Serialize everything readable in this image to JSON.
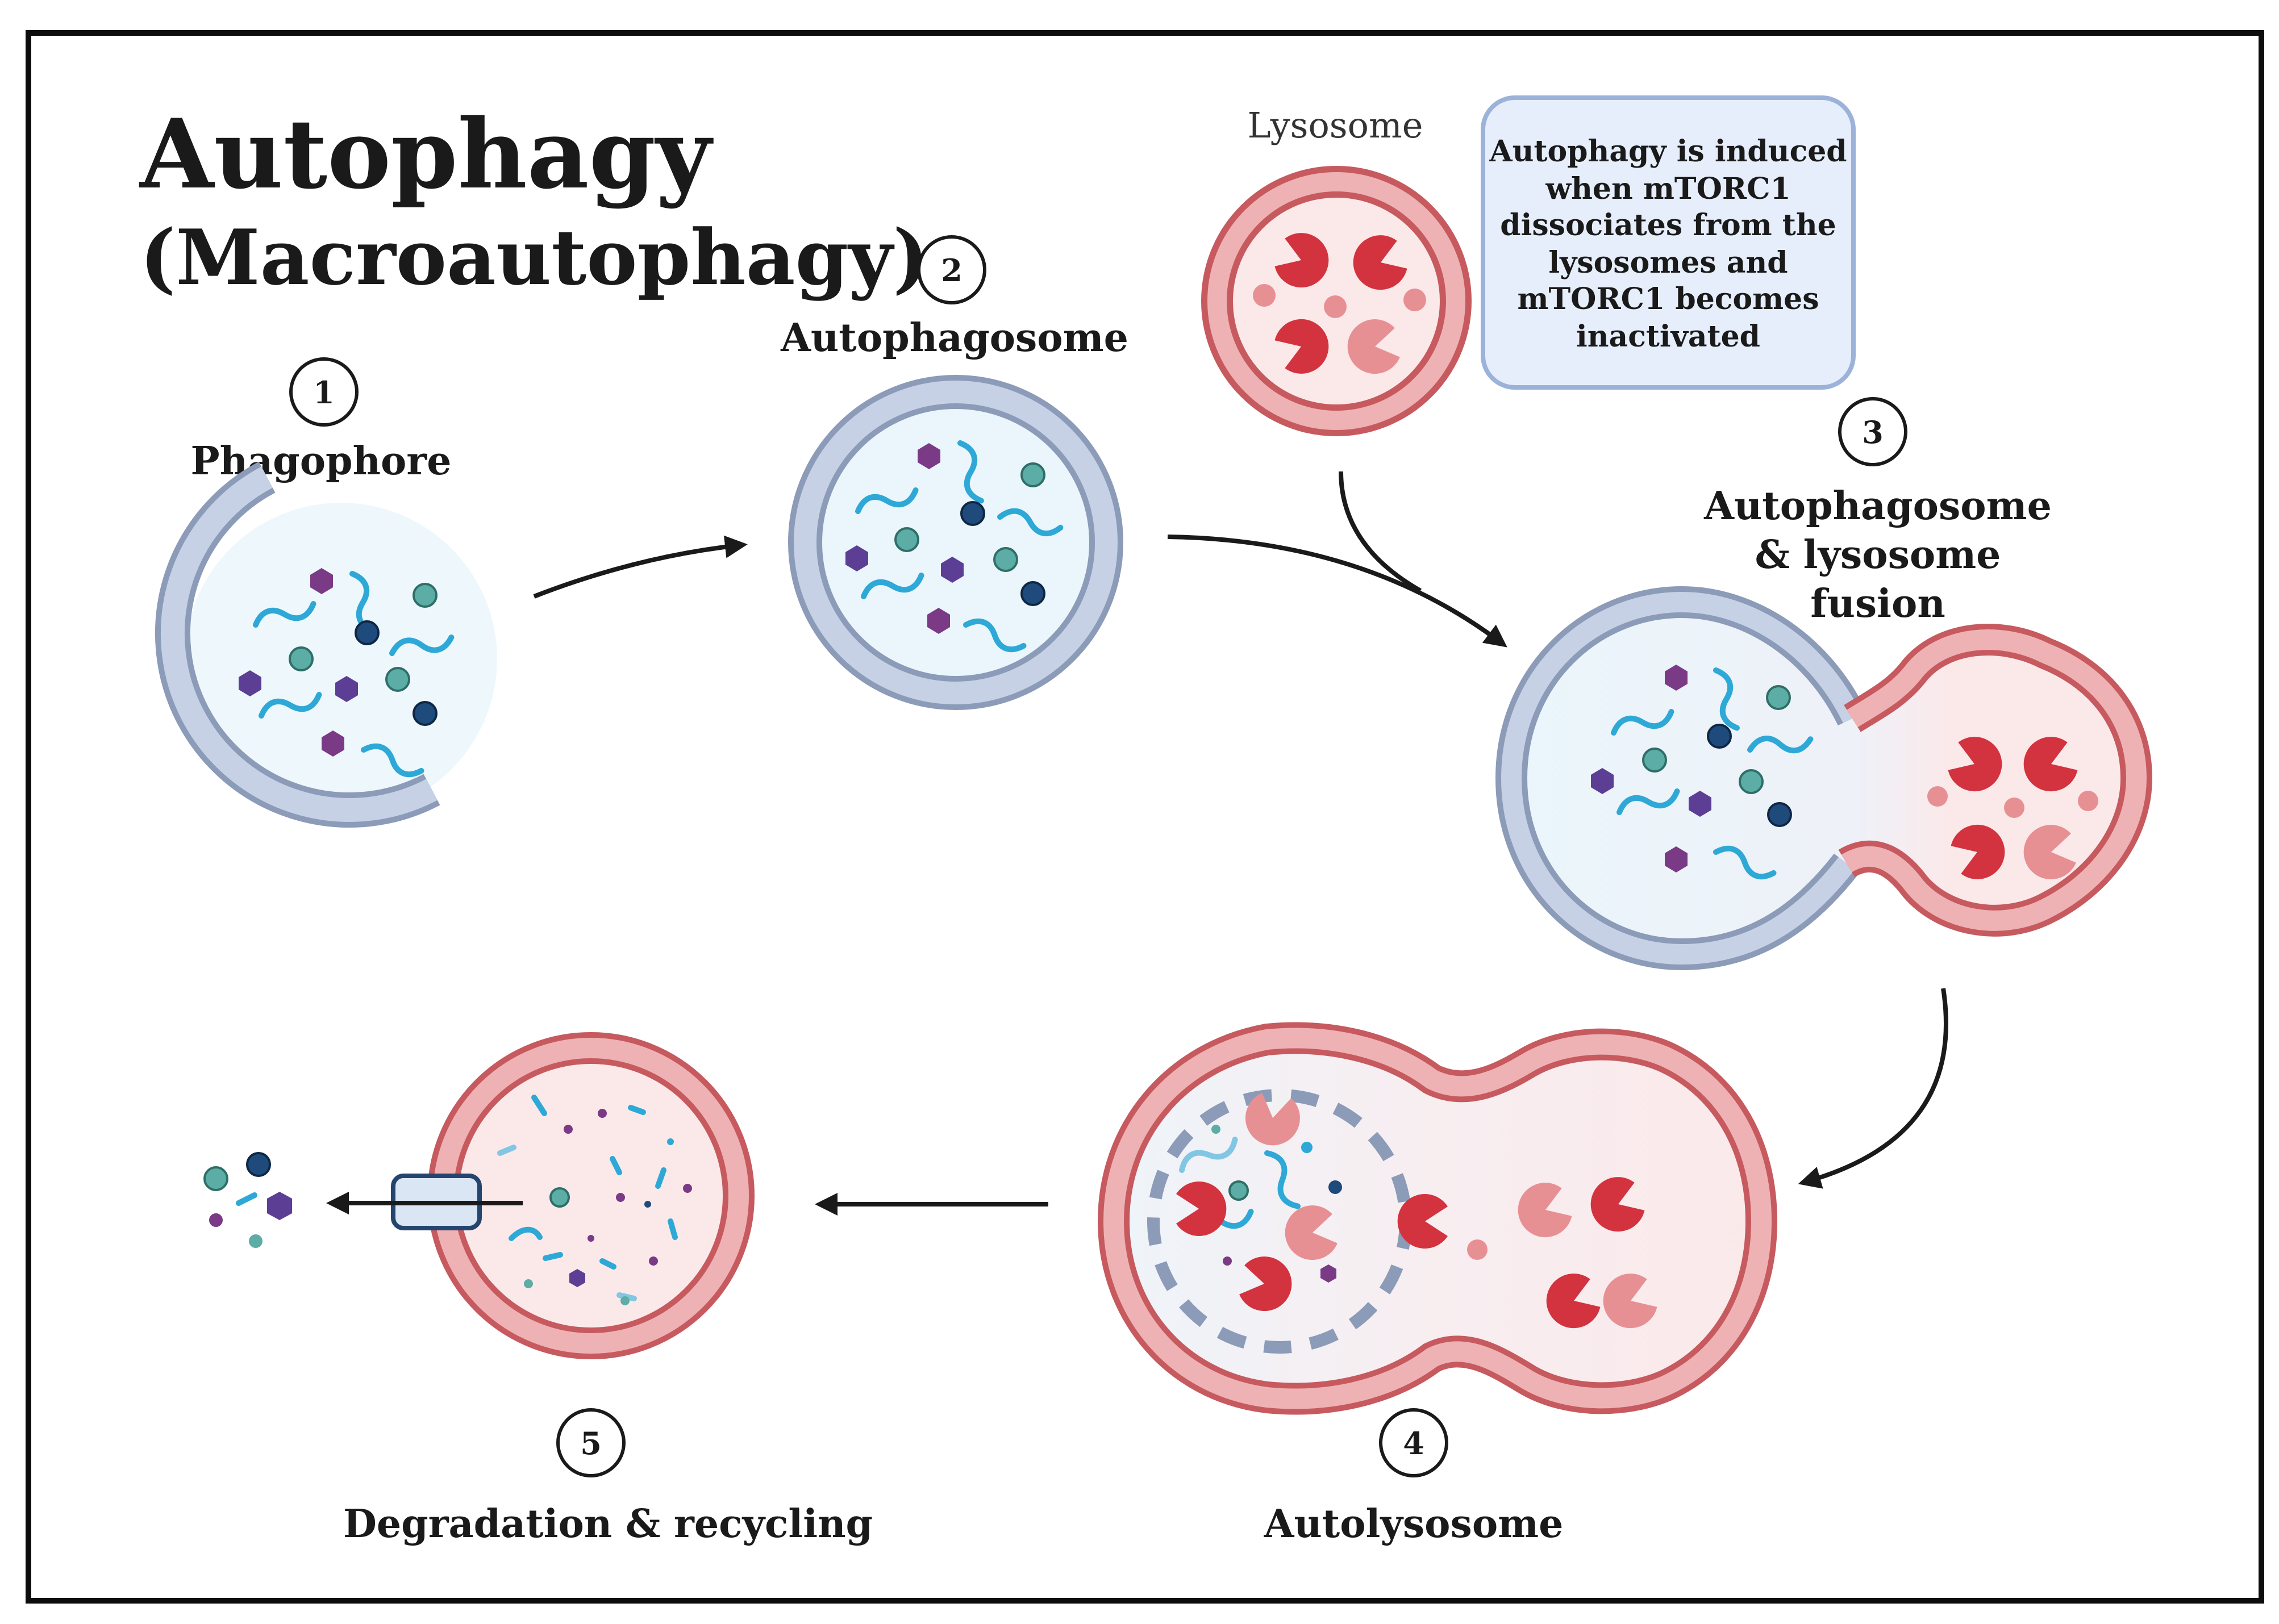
{
  "title": {
    "main": "Autophagy",
    "sub": "(Macroautophagy)"
  },
  "steps": [
    {
      "number": "1",
      "label": "Phagophore"
    },
    {
      "number": "2",
      "label": "Autophagosome"
    },
    {
      "number": "3",
      "label_lines": [
        "Autophagosome",
        "& lysosome",
        "fusion"
      ]
    },
    {
      "number": "4",
      "label": "Autolysosome"
    },
    {
      "number": "5",
      "label": "Degradation & recycling"
    }
  ],
  "lysosome_label": "Lysosome",
  "note": {
    "lines": [
      "Autophagy is induced",
      "when mTORC1",
      "dissociates from the",
      "lysosomes and",
      "mTORC1 becomes",
      "inactivated"
    ]
  },
  "colors": {
    "autophagosome_membrane": "#9fb0cc",
    "autophagosome_inner": "#eaf6fb",
    "lysosome_membrane": "#d36b6f",
    "lysosome_inner": "#fbe9ea",
    "enzyme_dark": "#d2333f",
    "enzyme_light": "#e79094",
    "cargo_teal": "#5bada5",
    "cargo_navy": "#1f4a7c",
    "cargo_purple": "#7a3a86",
    "cargo_squiggle": "#2ea8d6",
    "note_fill": "#e7eefb",
    "note_border": "#9db2d8"
  }
}
